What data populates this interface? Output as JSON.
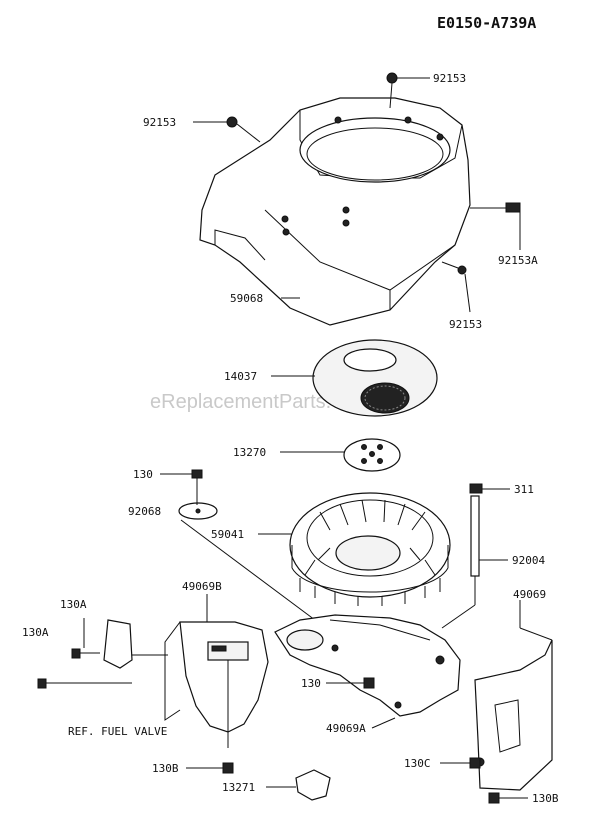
{
  "diagram_code": "E0150-A739A",
  "watermark": "eReplacementParts.com",
  "labels": {
    "l_92153_top": "92153",
    "l_92153_left": "92153",
    "l_92153A": "92153A",
    "l_92153_right": "92153",
    "l_59068": "59068",
    "l_14037": "14037",
    "l_13270": "13270",
    "l_130_top": "130",
    "l_311": "311",
    "l_92068": "92068",
    "l_59041": "59041",
    "l_92004": "92004",
    "l_49069B": "49069B",
    "l_49069": "49069",
    "l_130A_1": "130A",
    "l_130A_2": "130A",
    "l_ref_fuel_valve": "REF. FUEL VALVE",
    "l_130_mid": "130",
    "l_49069A": "49069A",
    "l_130B_1": "130B",
    "l_130C": "130C",
    "l_13271": "13271",
    "l_130B_2": "130B"
  }
}
